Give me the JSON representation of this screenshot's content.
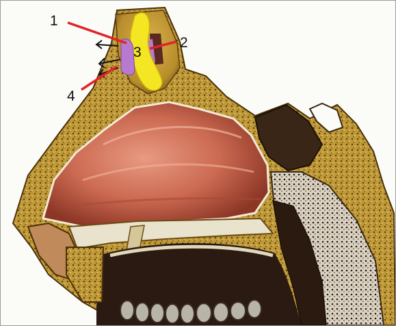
{
  "figure": {
    "labels": {
      "l1": "1",
      "l2": "2",
      "l3": "3",
      "l4": "4"
    },
    "colors": {
      "bone": "#c9a23a",
      "bone_dark": "#6b4a12",
      "mucosa": "#c8604a",
      "mucosa_light": "#e28a70",
      "cavity": "#2a1a12",
      "implant_yellow": "#f5e623",
      "implant_purple": "#b77ad0",
      "implant_brown": "#5a2a20",
      "callout_line": "#e0242a",
      "arrow": "#111111",
      "teeth": "#b8b4a8"
    }
  }
}
